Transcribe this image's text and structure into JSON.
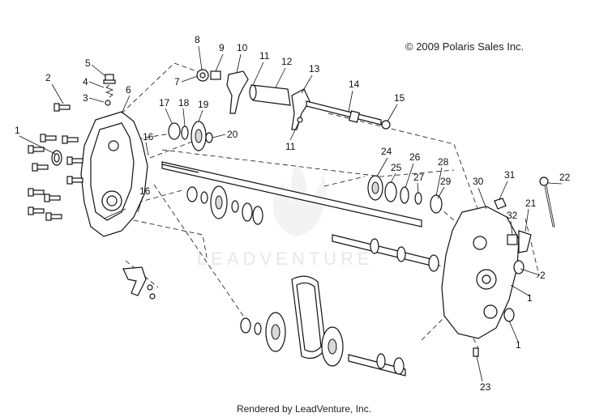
{
  "copyright": "© 2009 Polaris Sales Inc.",
  "footer": "Rendered by LeadVenture, Inc.",
  "watermark": "LEADVENTURE",
  "callouts": [
    "1",
    "2",
    "3",
    "4",
    "5",
    "6",
    "7",
    "8",
    "9",
    "10",
    "11",
    "12",
    "13",
    "14",
    "15",
    "16",
    "17",
    "18",
    "19",
    "20",
    "21",
    "22",
    "23",
    "24",
    "25",
    "26",
    "27",
    "28",
    "29",
    "30",
    "31",
    "32"
  ]
}
